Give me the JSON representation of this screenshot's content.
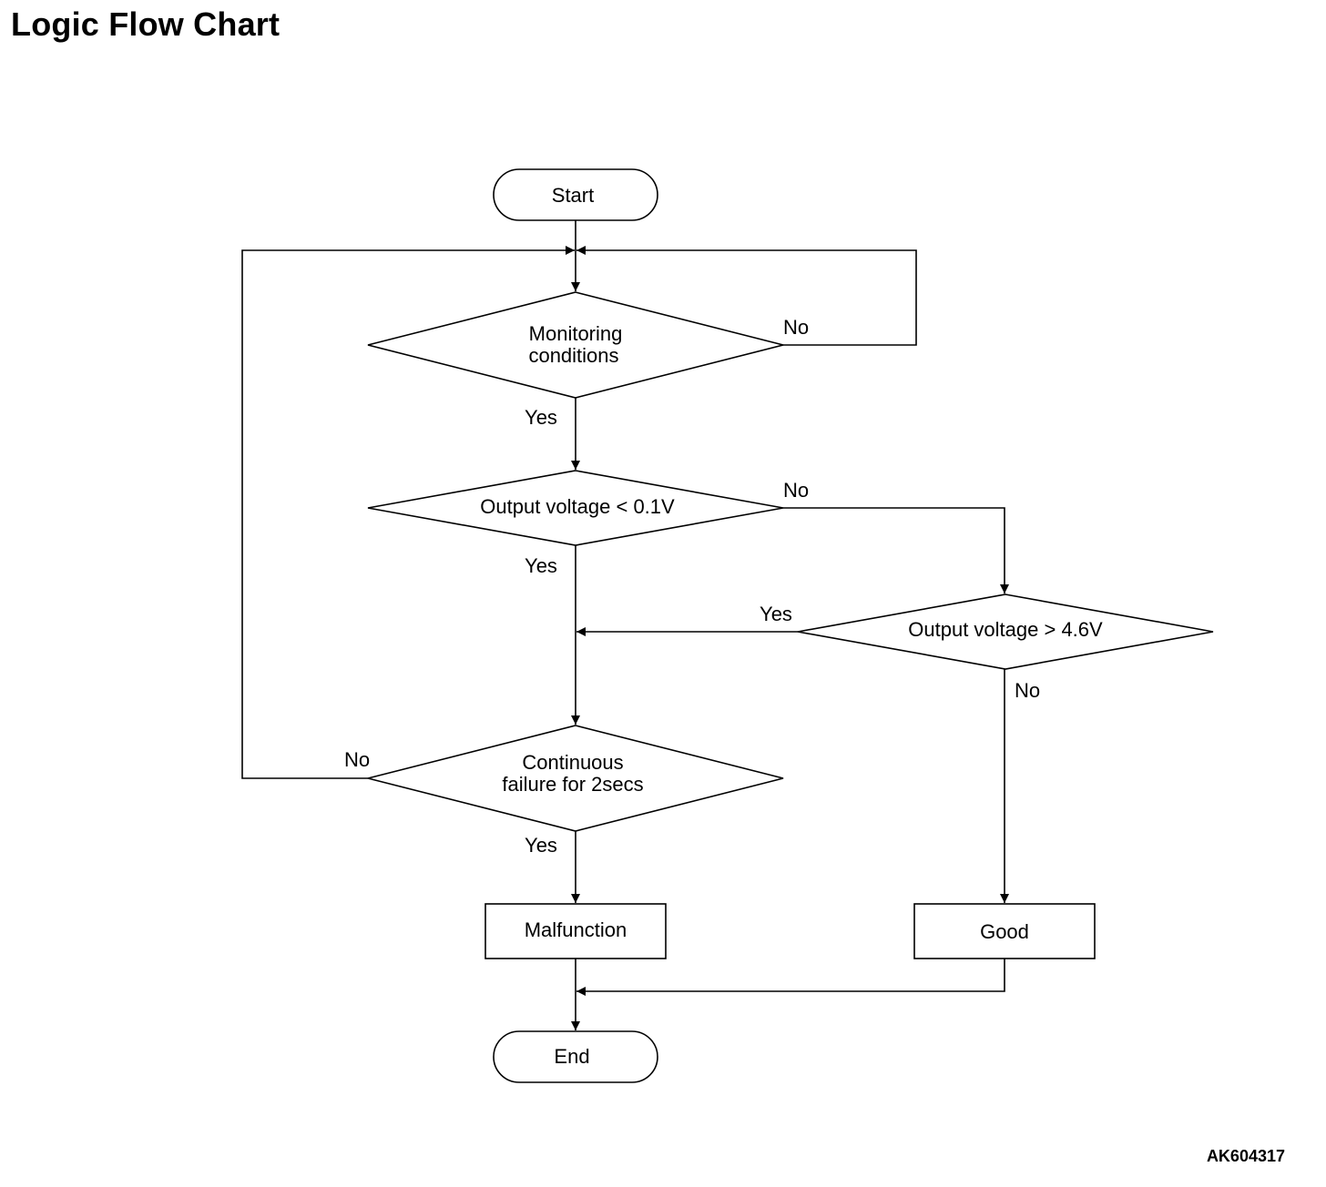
{
  "title": "Logic Flow Chart",
  "figure_id": "AK604317",
  "nodes": {
    "start": "Start",
    "monitoring_l1": "Monitoring",
    "monitoring_l2": "conditions",
    "low_voltage": "Output voltage < 0.1V",
    "high_voltage": "Output voltage > 4.6V",
    "continuous_l1": "Continuous",
    "continuous_l2": "failure for 2secs",
    "malfunction": "Malfunction",
    "good": "Good",
    "end": "End"
  },
  "edge_labels": {
    "monitoring_no": "No",
    "monitoring_yes": "Yes",
    "low_no": "No",
    "low_yes": "Yes",
    "high_yes": "Yes",
    "high_no": "No",
    "continuous_no": "No",
    "continuous_yes": "Yes"
  }
}
